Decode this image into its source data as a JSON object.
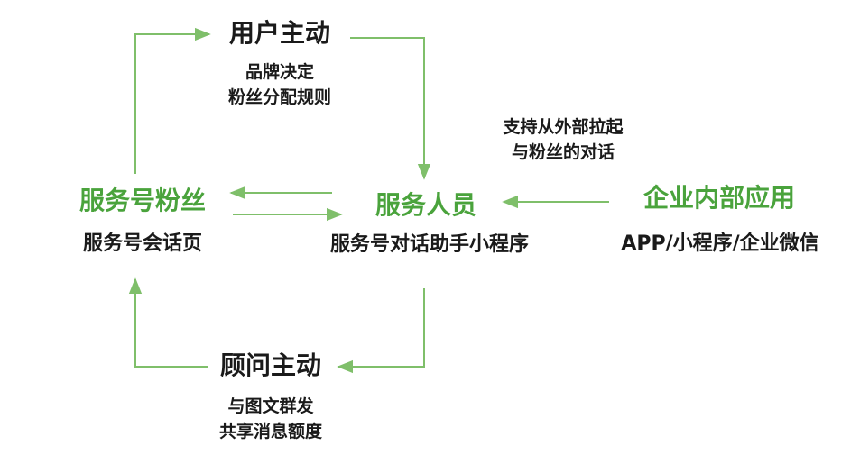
{
  "nodes": {
    "user_active": {
      "title": "用户主动",
      "desc": [
        "品牌决定",
        "粉丝分配规则"
      ]
    },
    "fans": {
      "title": "服务号粉丝",
      "desc": "服务号会话页"
    },
    "staff": {
      "title": "服务人员",
      "desc": "服务号对话助手小程序",
      "note": [
        "支持从外部拉起",
        "与粉丝的对话"
      ]
    },
    "enterprise": {
      "title": "企业内部应用",
      "desc": "APP/小程序/企业微信"
    },
    "advisor_active": {
      "title": "顾问主动",
      "desc": [
        "与图文群发",
        "共享消息额度"
      ]
    }
  },
  "colors": {
    "accent": "#4aa33c",
    "arrow": "#7fbf6a",
    "text": "#1a1a1a"
  }
}
